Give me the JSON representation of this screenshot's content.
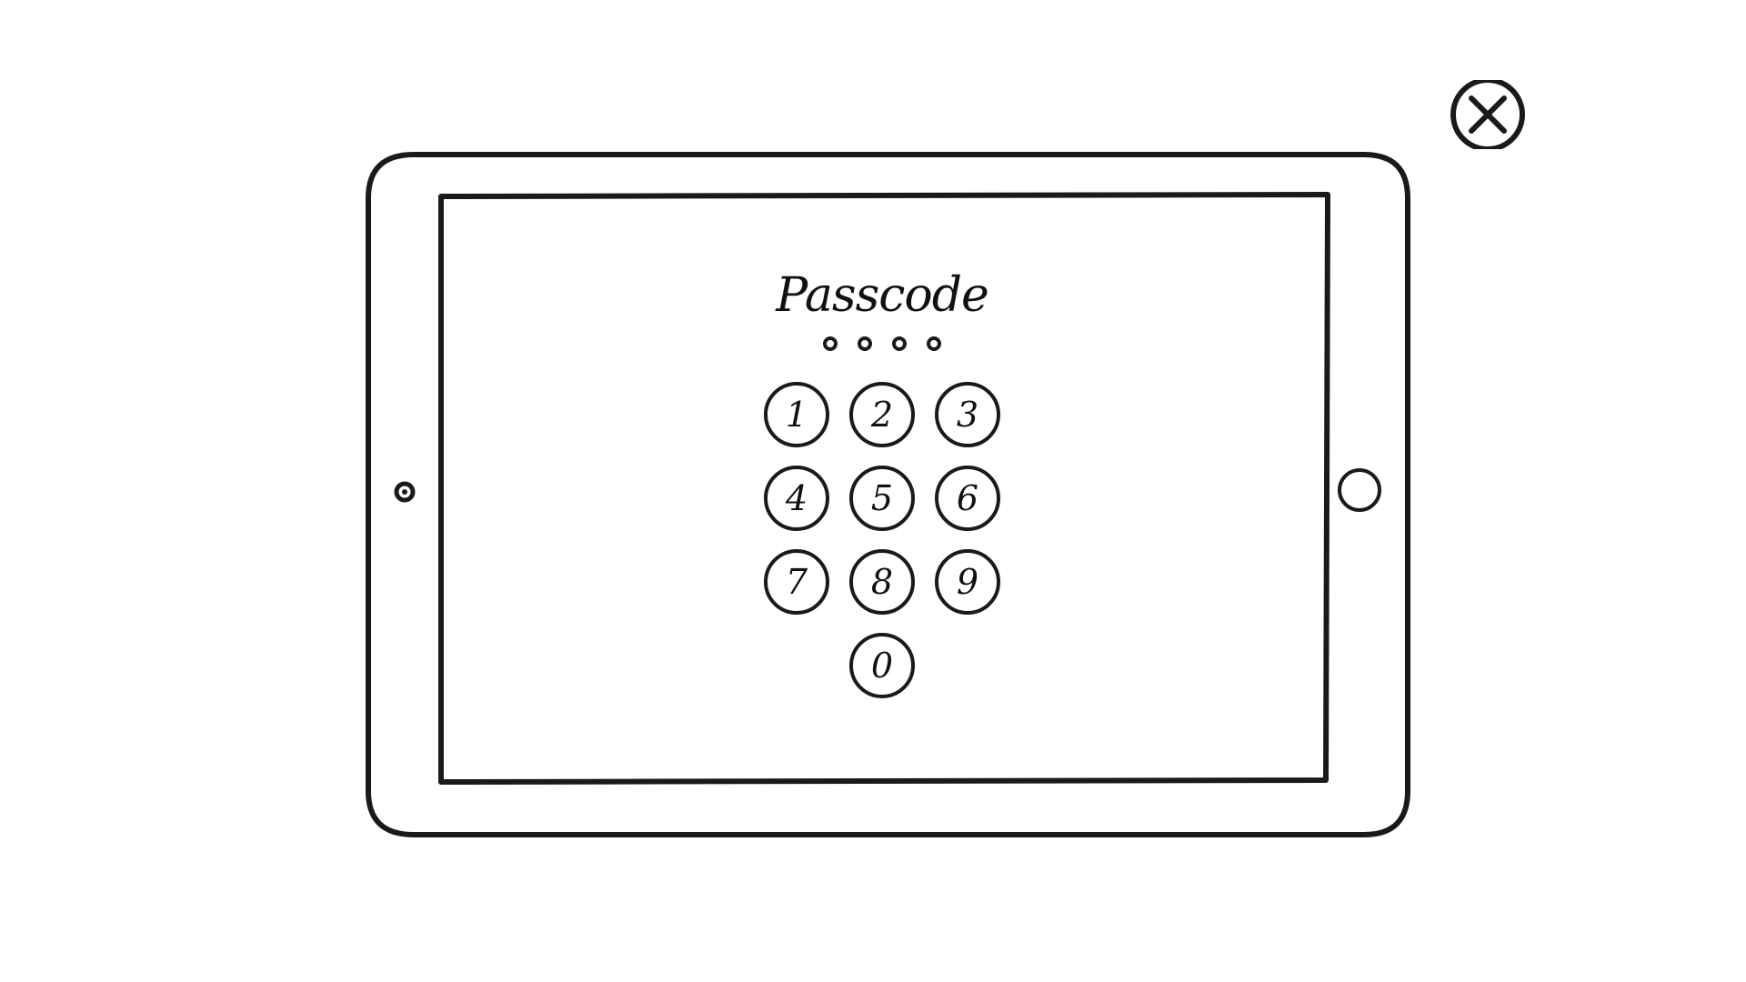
{
  "screen": {
    "title": "Passcode",
    "passcode_length": 4,
    "keys": [
      "1",
      "2",
      "3",
      "4",
      "5",
      "6",
      "7",
      "8",
      "9",
      "0"
    ]
  },
  "icons": {
    "close": "close-icon",
    "home": "home-button-icon",
    "camera": "camera-icon"
  },
  "colors": {
    "stroke": "#1a1a1a",
    "background": "#ffffff"
  }
}
